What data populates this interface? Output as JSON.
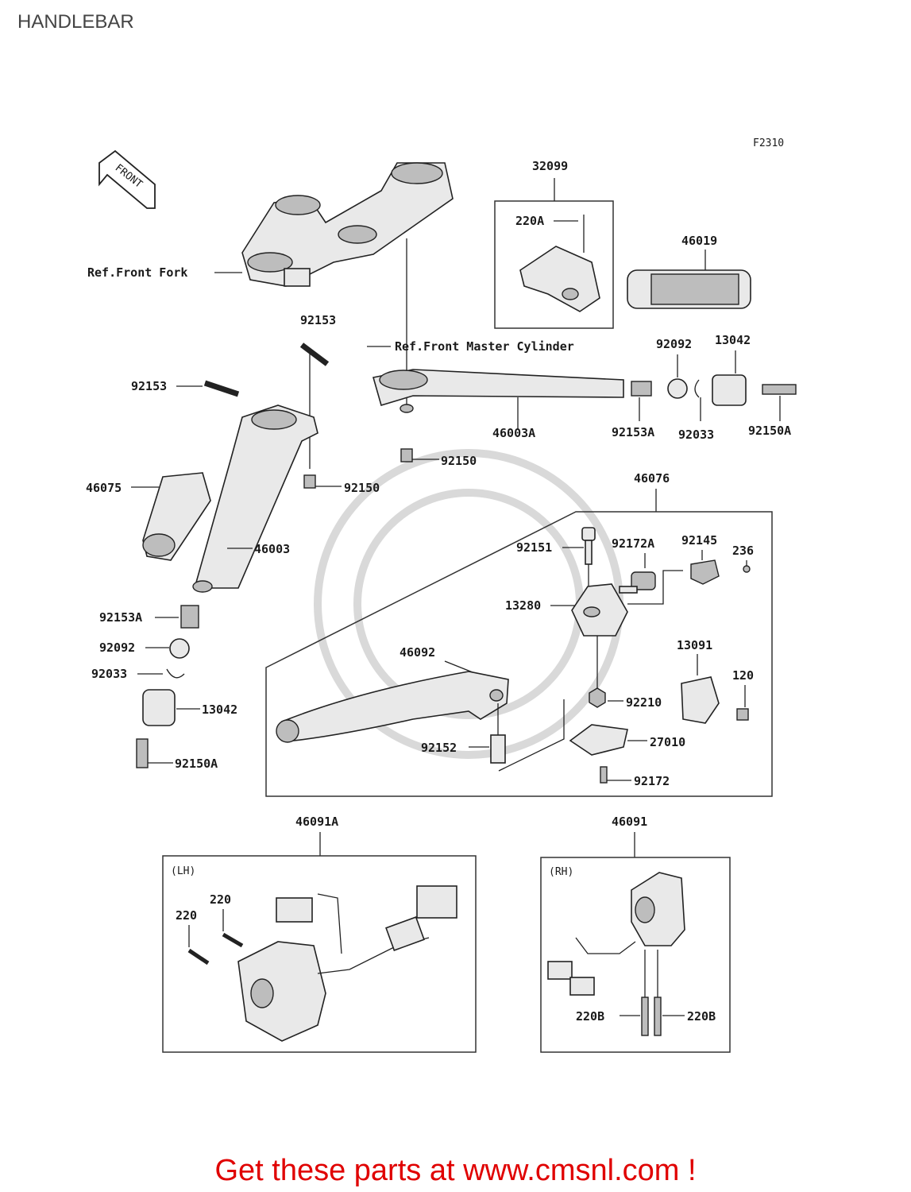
{
  "header": {
    "title": "HANDLEBAR"
  },
  "figure_code": "F2310",
  "front_arrow": "FRONT",
  "refs": {
    "front_fork": "Ref.Front Fork",
    "master_cylinder": "Ref.Front Master Cylinder"
  },
  "labels": {
    "p32099": "32099",
    "p220A": "220A",
    "p46019": "46019",
    "p92153_top": "92153",
    "p92092_r": "92092",
    "p13042_r": "13042",
    "p92153_l": "92153",
    "p46003A": "46003A",
    "p92153A_r": "92153A",
    "p92033_r": "92033",
    "p92150A_r": "92150A",
    "p92150_c": "92150",
    "p92150_l": "92150",
    "p46075": "46075",
    "p46076": "46076",
    "p46003": "46003",
    "p92151": "92151",
    "p92172A": "92172A",
    "p92145": "92145",
    "p236": "236",
    "p92153A_l": "92153A",
    "p13280": "13280",
    "p92092_l": "92092",
    "p46092": "46092",
    "p13091": "13091",
    "p92033_l": "92033",
    "p120": "120",
    "p13042_l": "13042",
    "p92210": "92210",
    "p27010": "27010",
    "p92152": "92152",
    "p92150A_l": "92150A",
    "p92172": "92172",
    "p46091A": "46091A",
    "p46091": "46091",
    "lh": "(LH)",
    "rh": "(RH)",
    "p220_a": "220",
    "p220_b": "220",
    "p220B_a": "220B",
    "p220B_b": "220B"
  },
  "footer": {
    "cta": "Get these parts at www.cmsnl.com !"
  },
  "colors": {
    "cta": "#e00000",
    "ink": "#1a1a1a",
    "watermark": "#d9d9d9"
  }
}
